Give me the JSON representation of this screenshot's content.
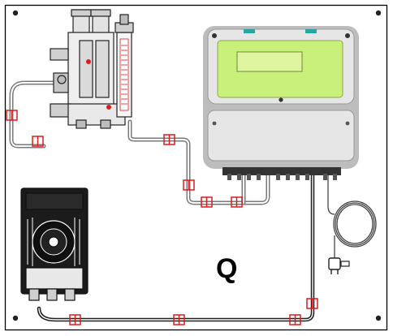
{
  "panel": {
    "label": "Q",
    "background": "#ffffff",
    "border_color": "#000000"
  },
  "colors": {
    "pipe": "#7a7a7a",
    "pipe_dark": "#202020",
    "clamp_red": "#e01b1b",
    "controller_body": "#e6e6e6",
    "controller_frame": "#bdbdbd",
    "display_green": "#c8f07a",
    "display_window": "#dff5a0",
    "teal_clip": "#2aa6a0"
  },
  "components": [
    {
      "name": "flow-cell-block",
      "icon": "probe-holder-icon"
    },
    {
      "name": "controller-unit",
      "icon": "controller-icon"
    },
    {
      "name": "dosing-pump",
      "icon": "pump-icon"
    },
    {
      "name": "power-cable-plug",
      "icon": "plug-icon"
    }
  ]
}
